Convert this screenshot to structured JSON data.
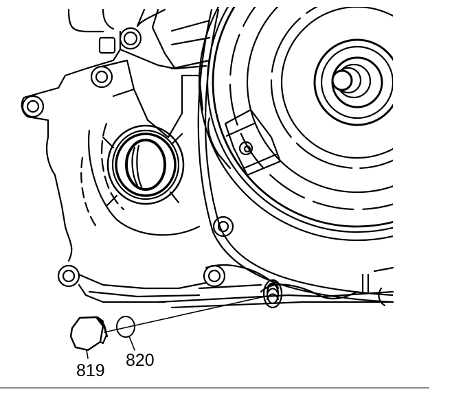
{
  "figure": {
    "type": "exploded-view technical line drawing",
    "subject": "transmission/transaxle case with torque converter, seal and drain plug",
    "callouts": [
      {
        "id": "819",
        "label": "819",
        "part": "drain plug"
      },
      {
        "id": "820",
        "label": "820",
        "part": "seal washer"
      }
    ],
    "colors": {
      "line": "#000000",
      "background": "#ffffff",
      "rule": "#888888"
    }
  }
}
